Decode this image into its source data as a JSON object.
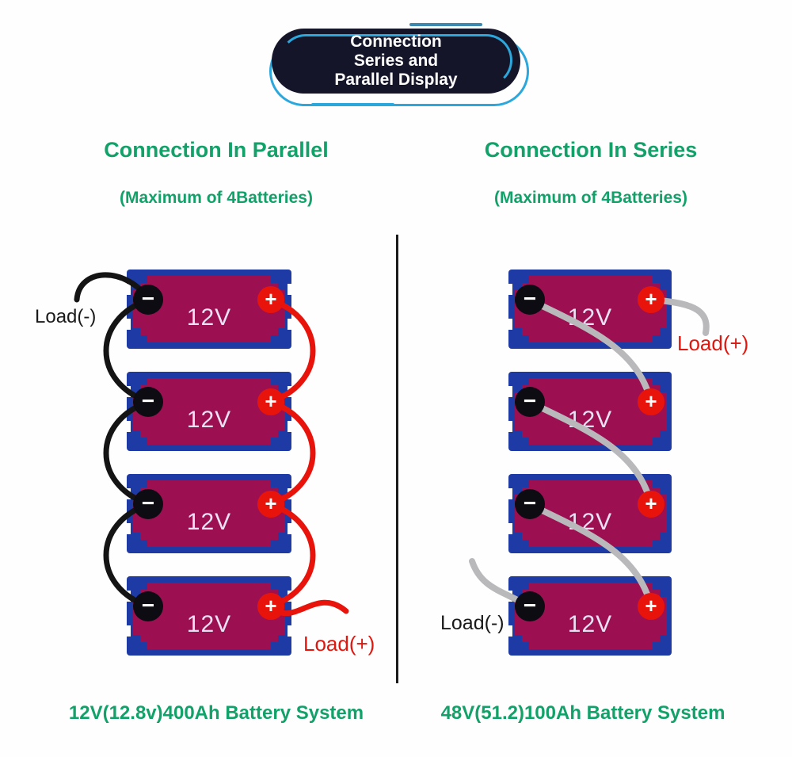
{
  "badge": {
    "lines": [
      "Connection",
      "Series and",
      "Parallel Display"
    ]
  },
  "parallel": {
    "title": "Connection In Parallel",
    "subtitle": "(Maximum of 4Batteries)",
    "caption": "12V(12.8v)400Ah Battery System",
    "load_negative": "Load(-)",
    "load_positive": "Load(+)",
    "batteries": [
      {
        "label": "12V"
      },
      {
        "label": "12V"
      },
      {
        "label": "12V"
      },
      {
        "label": "12V"
      }
    ]
  },
  "series": {
    "title": "Connection In Series",
    "subtitle": "(Maximum of 4Batteries)",
    "caption": "48V(51.2)100Ah Battery System",
    "load_negative": "Load(-)",
    "load_positive": "Load(+)",
    "batteries": [
      {
        "label": "12V"
      },
      {
        "label": "12V"
      },
      {
        "label": "12V"
      },
      {
        "label": "12V"
      }
    ]
  },
  "terminals": {
    "negative_symbol": "−",
    "positive_symbol": "+"
  },
  "colors": {
    "heading_green": "#12a169",
    "badge_background": "#15152a",
    "badge_ring": "#2ba7dc",
    "battery_border": "#1e3aa4",
    "battery_body": "#9c1051",
    "terminal_negative": "#0c0c12",
    "terminal_positive": "#e8140c",
    "wire_negative": "#141414",
    "wire_positive": "#e8140c",
    "wire_series": "#b9b9bc",
    "load_positive_text": "#e0170f",
    "load_negative_text": "#1a1a1a",
    "divider": "#1b1b1b"
  }
}
